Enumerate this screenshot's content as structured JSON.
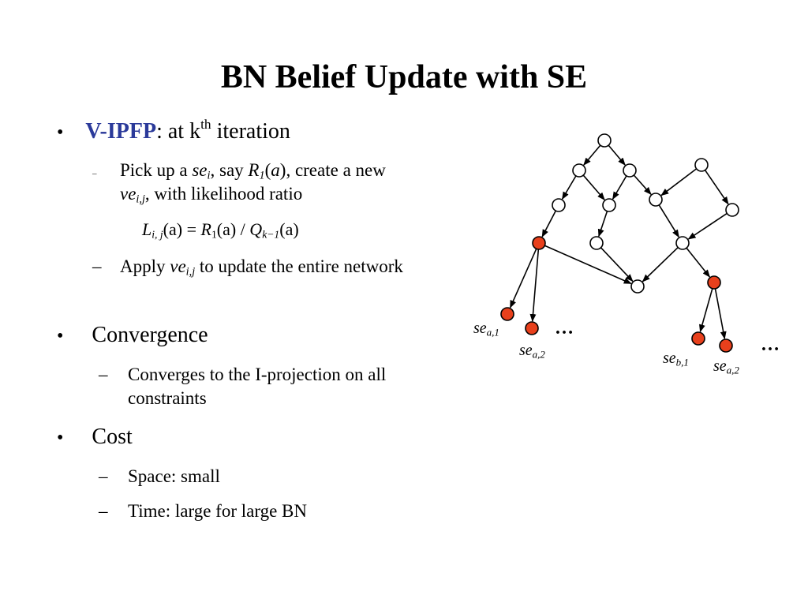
{
  "slide": {
    "title": "BN Belief Update with SE",
    "bullet_symbol": "•",
    "dash_symbol": "–",
    "vipfp": {
      "keyword": "V-IPFP",
      "text_a": ": at k",
      "sup": "th",
      "text_b": " iteration",
      "pick": {
        "t1": "Pick up a ",
        "se": "se",
        "se_sub": "i",
        "t2": ", say ",
        "r": "R",
        "r_sub": "1",
        "t3": "(",
        "a": "a",
        "t4": "), create a new",
        "ve": "ve",
        "ve_sub": "i,j",
        "t5": ", with likelihood ratio"
      },
      "formula": {
        "L": "L",
        "L_sub": "i, j",
        "arg1": "(a)",
        "eq": " = ",
        "R": "R",
        "R_sub": "1",
        "arg2": "(a)",
        "slash": " / ",
        "Q": "Q",
        "Q_sub": "k−1",
        "arg3": "(a)"
      },
      "apply": {
        "t1": "Apply ",
        "ve": "ve",
        "ve_sub": "i,j",
        "t2": " to update the entire network"
      }
    },
    "convergence": {
      "heading": "Convergence",
      "sub1_line1": "Converges to the I-projection on all",
      "sub1_line2": "constraints"
    },
    "cost": {
      "heading": "Cost",
      "items": [
        "Space: small",
        "Time: large for large BN"
      ]
    }
  },
  "network": {
    "colors": {
      "evidence_node": "#e8401c",
      "node_fill": "#ffffff",
      "stroke": "#000000"
    },
    "labels": {
      "se_a1": {
        "base": "se",
        "sub": "a,1"
      },
      "se_a2": {
        "base": "se",
        "sub": "a,2"
      },
      "se_b1": {
        "base": "se",
        "sub": "b,1"
      },
      "se_a2_right": {
        "base": "se",
        "sub": "a,2"
      }
    },
    "ellipsis": "…"
  }
}
